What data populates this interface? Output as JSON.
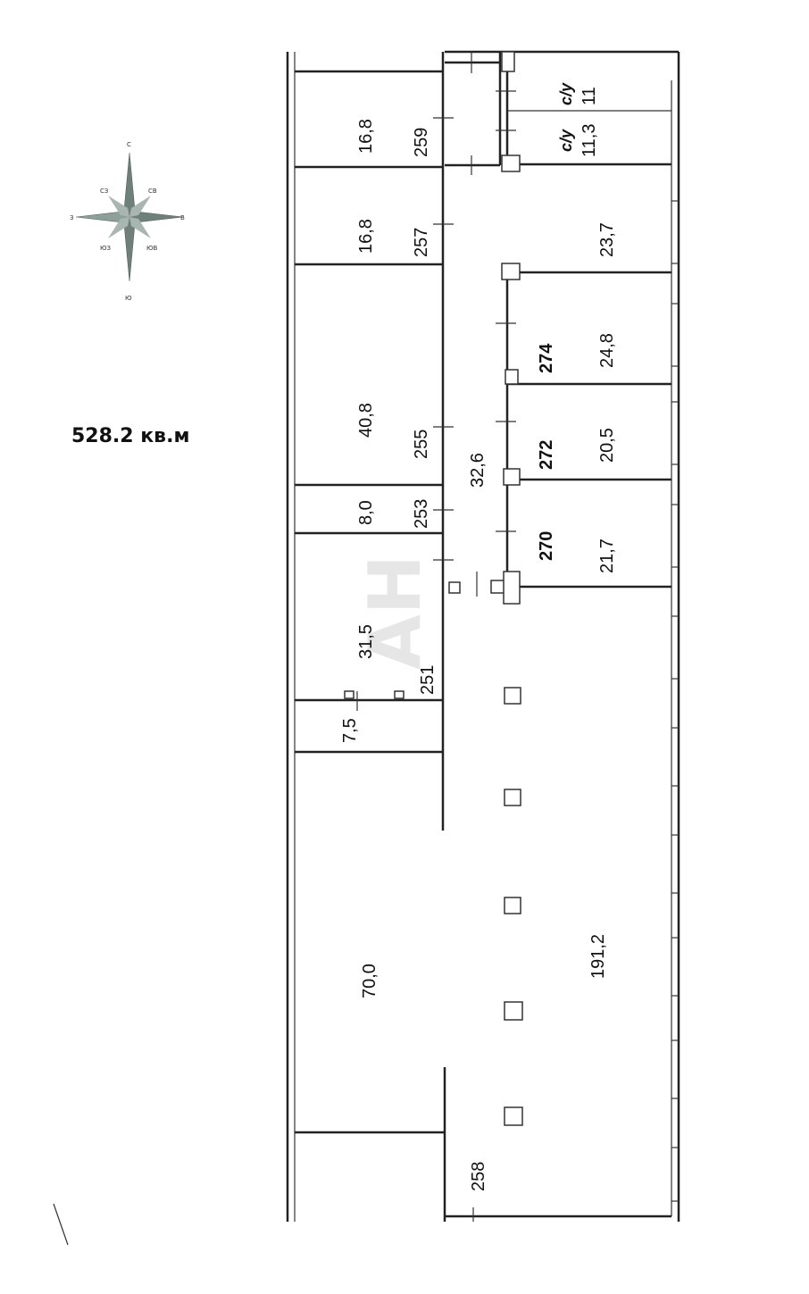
{
  "total_area": "528.2 кв.м",
  "watermark": "AH",
  "compass": {
    "north": "С",
    "northeast": "СВ",
    "east": "В",
    "southeast": "ЮВ",
    "south": "Ю",
    "southwest": "ЮЗ",
    "west": "З",
    "northwest": "СЗ"
  },
  "rooms": {
    "r_16_8_top": "16,8",
    "r_16_8_second": "16,8",
    "r_40_8": "40,8",
    "r_8_0": "8,0",
    "r_31_5": "31,5",
    "r_7_5": "7,5",
    "r_70_0": "70,0",
    "r_32_6": "32,6",
    "r_11": "11",
    "r_11_3": "11,3",
    "r_23_7": "23,7",
    "r_24_8": "24,8",
    "r_20_5": "20,5",
    "r_21_7": "21,7",
    "r_191_2": "191,2"
  },
  "wc_labels": {
    "wc1": "с/у",
    "wc2": "с/у"
  },
  "door_numbers": {
    "d259": "259",
    "d257": "257",
    "d255": "255",
    "d253": "253",
    "d251": "251",
    "d258": "258",
    "d274": "274",
    "d272": "272",
    "d270": "270"
  }
}
